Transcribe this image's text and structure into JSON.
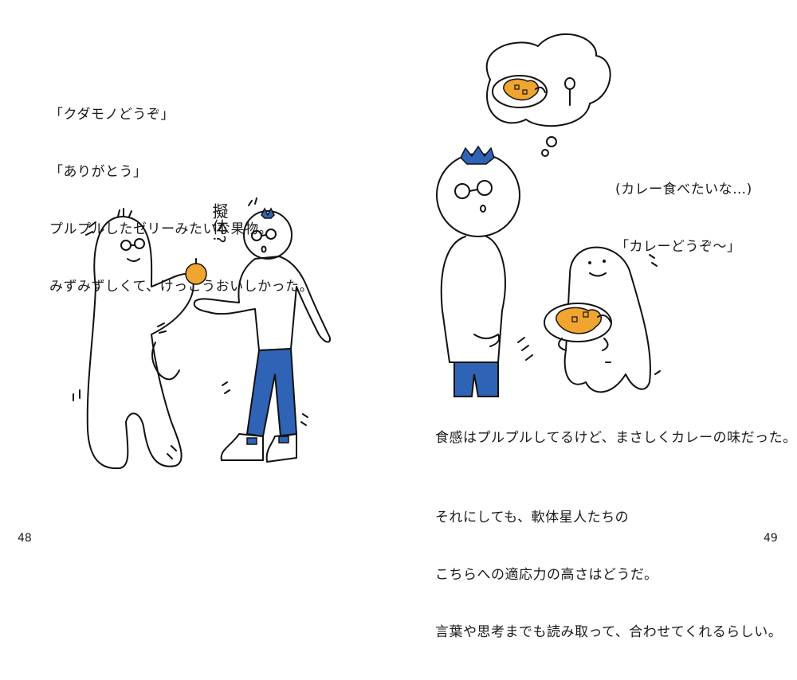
{
  "left_page": {
    "lines": [
      "「クダモノどうぞ」",
      "「ありがとう」",
      "プルプルしたゼリーみたいな果物。",
      "みずみずしくて、けっこうおいしかった。"
    ],
    "sfx": "擬体?",
    "page_number": "48"
  },
  "right_page": {
    "speech": [
      "(カレー食べたいな…)",
      "「カレーどうぞ〜」"
    ],
    "paragraph1": "食感はプルプルしてるけど、まさしくカレーの味だった。",
    "paragraph2": [
      "それにしても、軟体星人たちの",
      "こちらへの適応力の高さはどうだ。",
      "言葉や思考までも読み取って、合わせてくれるらしい。"
    ],
    "page_number": "49"
  },
  "colors": {
    "ink": "#111111",
    "orange": "#f0a531",
    "blue": "#2f63b5",
    "paper": "#ffffff"
  }
}
